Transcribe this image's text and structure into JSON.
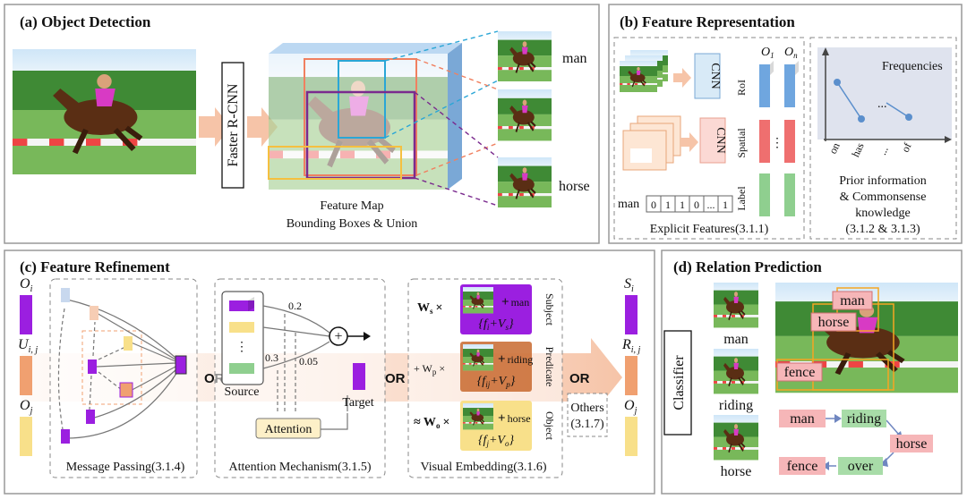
{
  "panels": {
    "a": {
      "title": "(a) Object Detection",
      "detector": "Faster R-CNN",
      "map_caption_1": "Feature Map",
      "map_caption_2": "Bounding Boxes & Union",
      "crop_labels": [
        "man",
        "horse"
      ]
    },
    "b": {
      "title": "(b) Feature Representation",
      "cnn_label": "CNN",
      "row_labels": [
        "RoI",
        "Spatial",
        "Label"
      ],
      "o_first": "O",
      "o_first_sub": "1",
      "o_last": "O",
      "o_last_sub": "n",
      "label_word": "man",
      "bits": [
        "0",
        "1",
        "1",
        "0",
        "...",
        "1"
      ],
      "ellipsis": "⋮",
      "explicit_caption": "Explicit Features(3.1.1)",
      "freq_title": "Frequencies",
      "freq_ticks": [
        "on",
        "has",
        "...",
        "of"
      ],
      "freq_dots": "...",
      "prior_1": "Prior information",
      "prior_2": "& Commonsense",
      "prior_3": "knowledge",
      "prior_4": "(3.1.2 & 3.1.3)"
    },
    "c": {
      "title": "(c) Feature Refinement",
      "oi": "O",
      "oi_sub": "i",
      "uij": "U",
      "uij_sub": "i, j",
      "oj": "O",
      "oj_sub": "j",
      "or_label": "OR",
      "mp_caption": "Message Passing(3.1.4)",
      "weights": [
        "0.2",
        "0.3",
        "0.05"
      ],
      "source": "Source",
      "target": "Target",
      "attention": "Attention",
      "am_caption": "Attention Mechanism(3.1.5)",
      "ws": "W",
      "ws_sub": "s",
      "wp_prefix": "+ W",
      "wp_sub": "p",
      "wo_prefix": "≈ W",
      "wo_sub": "o",
      "times": "×",
      "emb_words": [
        "man",
        "riding",
        "horse"
      ],
      "emb_formulas": [
        "{f",
        "{f",
        "{f"
      ],
      "emb_formula_subs": [
        "i",
        "ij",
        "j"
      ],
      "emb_v_subs": [
        "s",
        "p",
        "o"
      ],
      "side_labels": [
        "Subject",
        "Predicate",
        "Object"
      ],
      "ve_caption": "Visual Embedding(3.1.6)",
      "others_1": "Others",
      "others_2": "(3.1.7)",
      "si": "S",
      "si_sub": "i",
      "rij": "R",
      "rij_sub": "i, j",
      "oj2": "O",
      "oj2_sub": "j"
    },
    "d": {
      "title": "(d) Relation Prediction",
      "classifier": "Classifier",
      "crop_words": [
        "man",
        "riding",
        "horse"
      ],
      "box_tags": [
        "man",
        "horse",
        "fence"
      ],
      "graph_nodes": [
        "man",
        "riding",
        "horse",
        "fence",
        "over"
      ]
    }
  },
  "colors": {
    "purple": "#9b1fe0",
    "orange": "#f0a070",
    "yellow": "#f8e08a",
    "green": "#8fcf8f",
    "blue": "#6fa6df",
    "red": "#ef6f6f",
    "pink_text": "#f09ca0",
    "green_text": "#8fd08f",
    "node_pink": "#f6b6b8",
    "node_green": "#a8dca8"
  }
}
